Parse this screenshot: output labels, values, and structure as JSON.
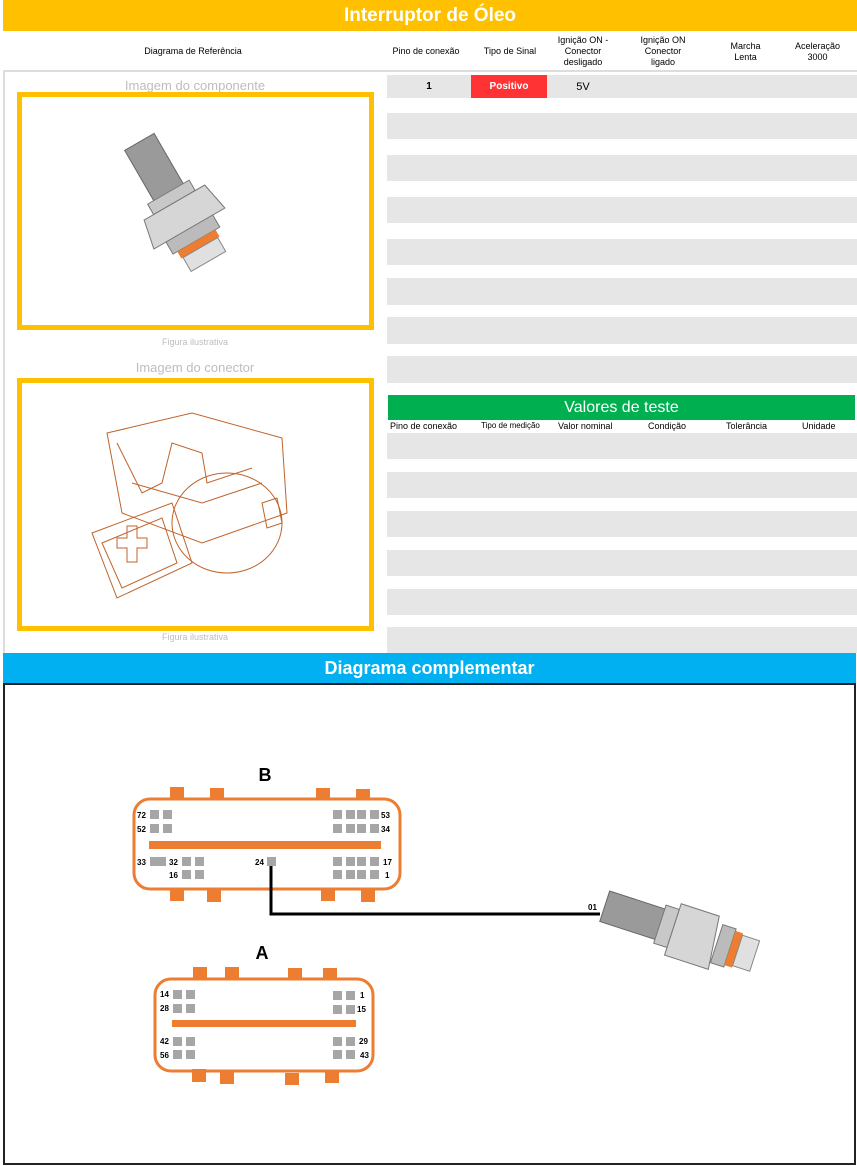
{
  "title": "Interruptor de Óleo",
  "header": {
    "reference": "Diagrama de Referência",
    "columns": [
      "Pino de conexão",
      "Tipo de Sinal",
      "Ignição ON - Conector desligado",
      "Ignição ON Conector ligado",
      "Marcha Lenta",
      "Aceleração 3000"
    ]
  },
  "rows": [
    {
      "pin": "1",
      "signal": "Positivo",
      "ign_off": "5V",
      "ign_on": "",
      "idle": "",
      "accel": ""
    }
  ],
  "component": {
    "caption": "Imagem do componente",
    "note": "Figura ilustrativa"
  },
  "connector": {
    "caption": "Imagem do conector",
    "note": "Figura ilustrativa"
  },
  "test_values": {
    "title": "Valores de teste",
    "columns": [
      "Pino de conexão",
      "Tipo de medição",
      "Valor nominal",
      "Condição",
      "Tolerância",
      "Unidade"
    ]
  },
  "diagram": {
    "title": "Diagrama complementar",
    "connector_b": {
      "label": "B",
      "pins": [
        "72",
        "52",
        "53",
        "34",
        "33",
        "32",
        "16",
        "24",
        "17",
        "1"
      ]
    },
    "connector_a": {
      "label": "A",
      "pins": [
        "14",
        "28",
        "1",
        "15",
        "42",
        "56",
        "29",
        "43"
      ]
    },
    "wire_label": "01"
  },
  "colors": {
    "title": "#ffc000",
    "signal": "#ff3333",
    "test": "#00b050",
    "diagram": "#00b0f0",
    "connector": "#ed7d31"
  }
}
